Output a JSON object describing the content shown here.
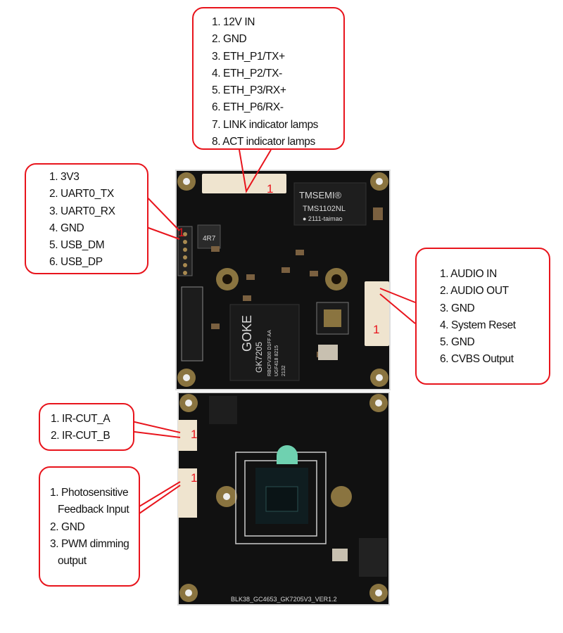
{
  "callouts": {
    "top_connector": {
      "items": [
        "1. 12V IN",
        "2. GND",
        "3. ETH_P1/TX+",
        "4. ETH_P2/TX-",
        "5. ETH_P3/RX+",
        "6. ETH_P6/RX-",
        "7. LINK indicator lamps",
        "8. ACT indicator lamps"
      ]
    },
    "left_connector": {
      "items": [
        "1. 3V3",
        "2. UART0_TX",
        "3. UART0_RX",
        "4. GND",
        "5. USB_DM",
        "6. USB_DP"
      ]
    },
    "right_connector": {
      "items": [
        "1. AUDIO IN",
        "2. AUDIO OUT",
        "3. GND",
        "4. System Reset",
        "5. GND",
        "6. CVBS Output"
      ]
    },
    "ircut_connector": {
      "items": [
        "1. IR-CUT_A",
        "2. IR-CUT_B"
      ]
    },
    "light_connector": {
      "items": [
        "1. Photosensitive",
        "Feedback Input",
        "2. GND",
        "3. PWM dimming",
        "output"
      ]
    }
  },
  "pin_marker": "1",
  "board": {
    "chip_brand": "GOKE",
    "chip_model": "GK7205",
    "chip_lines": [
      "RBCFV300 D1FF AA",
      "UGF418   8215",
      "2132"
    ],
    "transformer_brand": "TMSEMI®",
    "transformer_model": "TMS1102NL",
    "transformer_code": "● 2111-taimao",
    "inductor_label": "4R7",
    "board_label": "BLK38_GC4653_GK7205V3_VER1.2"
  },
  "colors": {
    "accent": "#e8141c",
    "pcb": "#111111",
    "connector": "#efe4cf",
    "mount_ring": "#8a7440",
    "led": "#6fd1b0"
  }
}
